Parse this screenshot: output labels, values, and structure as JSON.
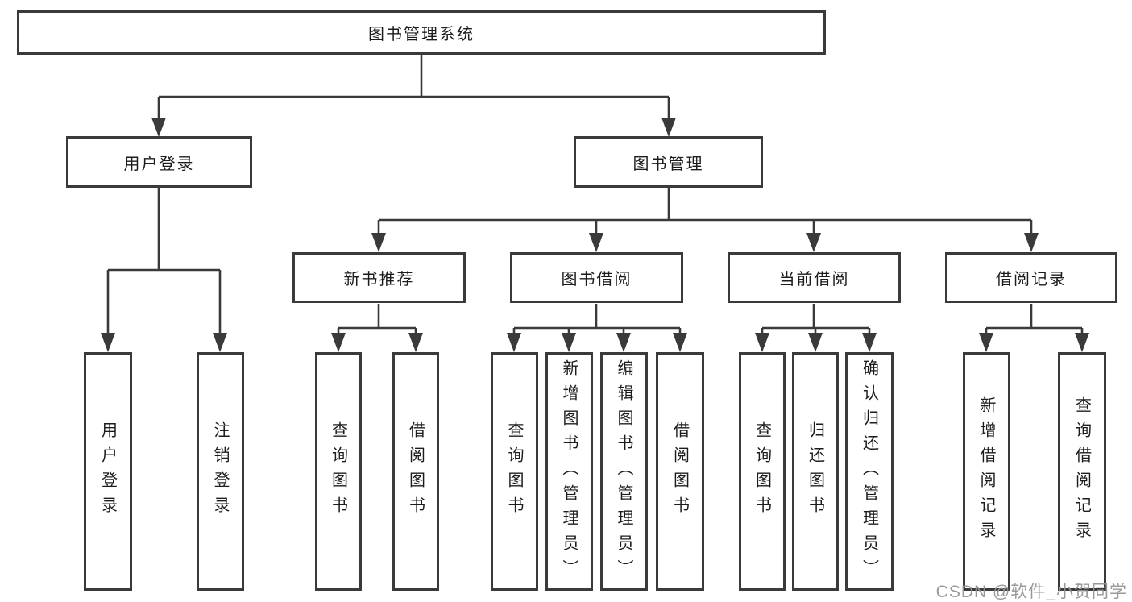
{
  "tree": {
    "label": "图书管理系统",
    "children": [
      {
        "label": "用户登录",
        "children": [
          {
            "label": "用户登录"
          },
          {
            "label": "注销登录"
          }
        ]
      },
      {
        "label": "图书管理",
        "children": [
          {
            "label": "新书推荐",
            "children": [
              {
                "label": "查询图书"
              },
              {
                "label": "借阅图书"
              }
            ]
          },
          {
            "label": "图书借阅",
            "children": [
              {
                "label": "查询图书"
              },
              {
                "label": "新增图书（管理员）"
              },
              {
                "label": "编辑图书（管理员）"
              },
              {
                "label": "借阅图书"
              }
            ]
          },
          {
            "label": "当前借阅",
            "children": [
              {
                "label": "查询图书"
              },
              {
                "label": "归还图书"
              },
              {
                "label": "确认归还（管理员）"
              }
            ]
          },
          {
            "label": "借阅记录",
            "children": [
              {
                "label": "新增借阅记录"
              },
              {
                "label": "查询借阅记录"
              }
            ]
          }
        ]
      }
    ]
  },
  "watermark": "CSDN @软件_小贺同学",
  "colors": {
    "line": "#3a3a3a",
    "box_border": "#3a3a3a",
    "box_fill": "#ffffff",
    "text": "#1c1c1c",
    "watermark": "#949494",
    "background": "#ffffff"
  }
}
